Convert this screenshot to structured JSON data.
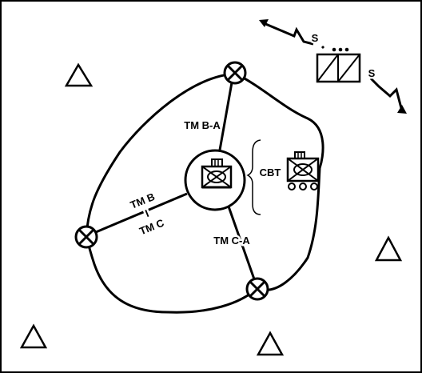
{
  "diagram": {
    "labels": {
      "boundary_bc": "TM B",
      "boundary_sep": "I",
      "boundary_c": "TM C",
      "boundary_ba": "TM B-A",
      "boundary_ca": "TM C-A",
      "cbt": "CBT",
      "screen_s1": "S",
      "screen_s2": "S"
    },
    "colors": {
      "ink": "#000000",
      "background": "#ffffff"
    }
  }
}
